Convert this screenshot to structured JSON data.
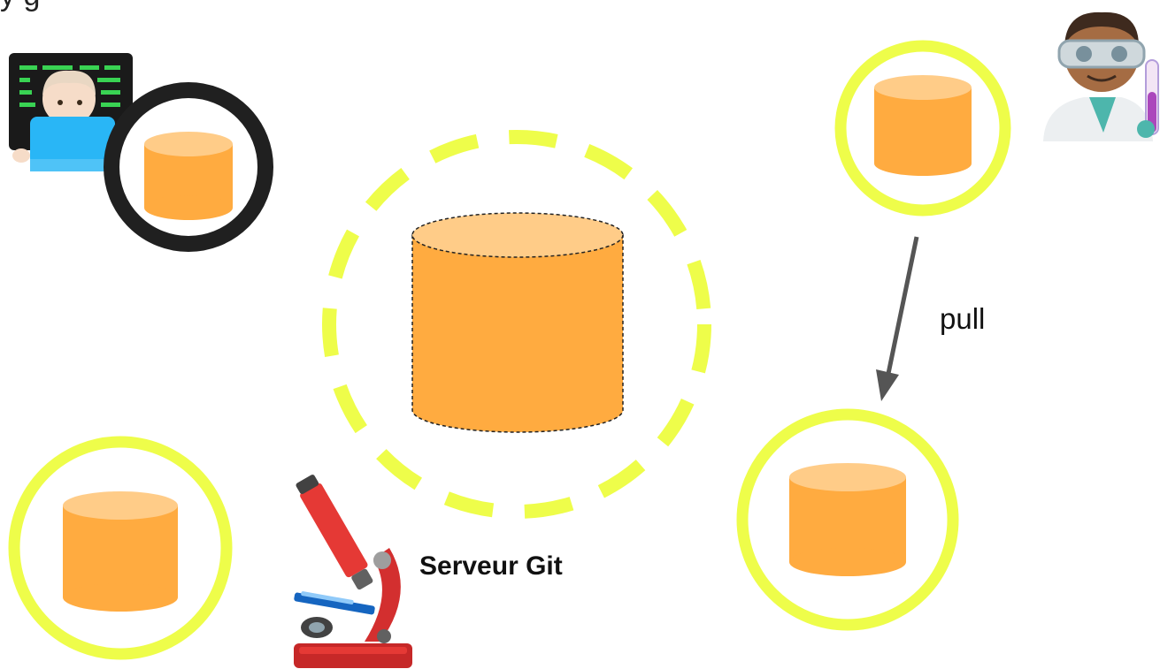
{
  "colors": {
    "background": "#ffffff",
    "ring_yellow": "#eefd4a",
    "ring_dark": "#202020",
    "db_body": "#ffab40",
    "db_top": "#ffcc88",
    "arrow": "#555555",
    "text": "#111111"
  },
  "top_cut_text": "y       g",
  "labels": {
    "server": "Serveur Git",
    "pull_arrow": "pull"
  },
  "icons": {
    "developer": "technologist-icon",
    "scientist": "scientist-icon",
    "server": "microscope-icon",
    "repository": "database-cylinder-icon"
  }
}
